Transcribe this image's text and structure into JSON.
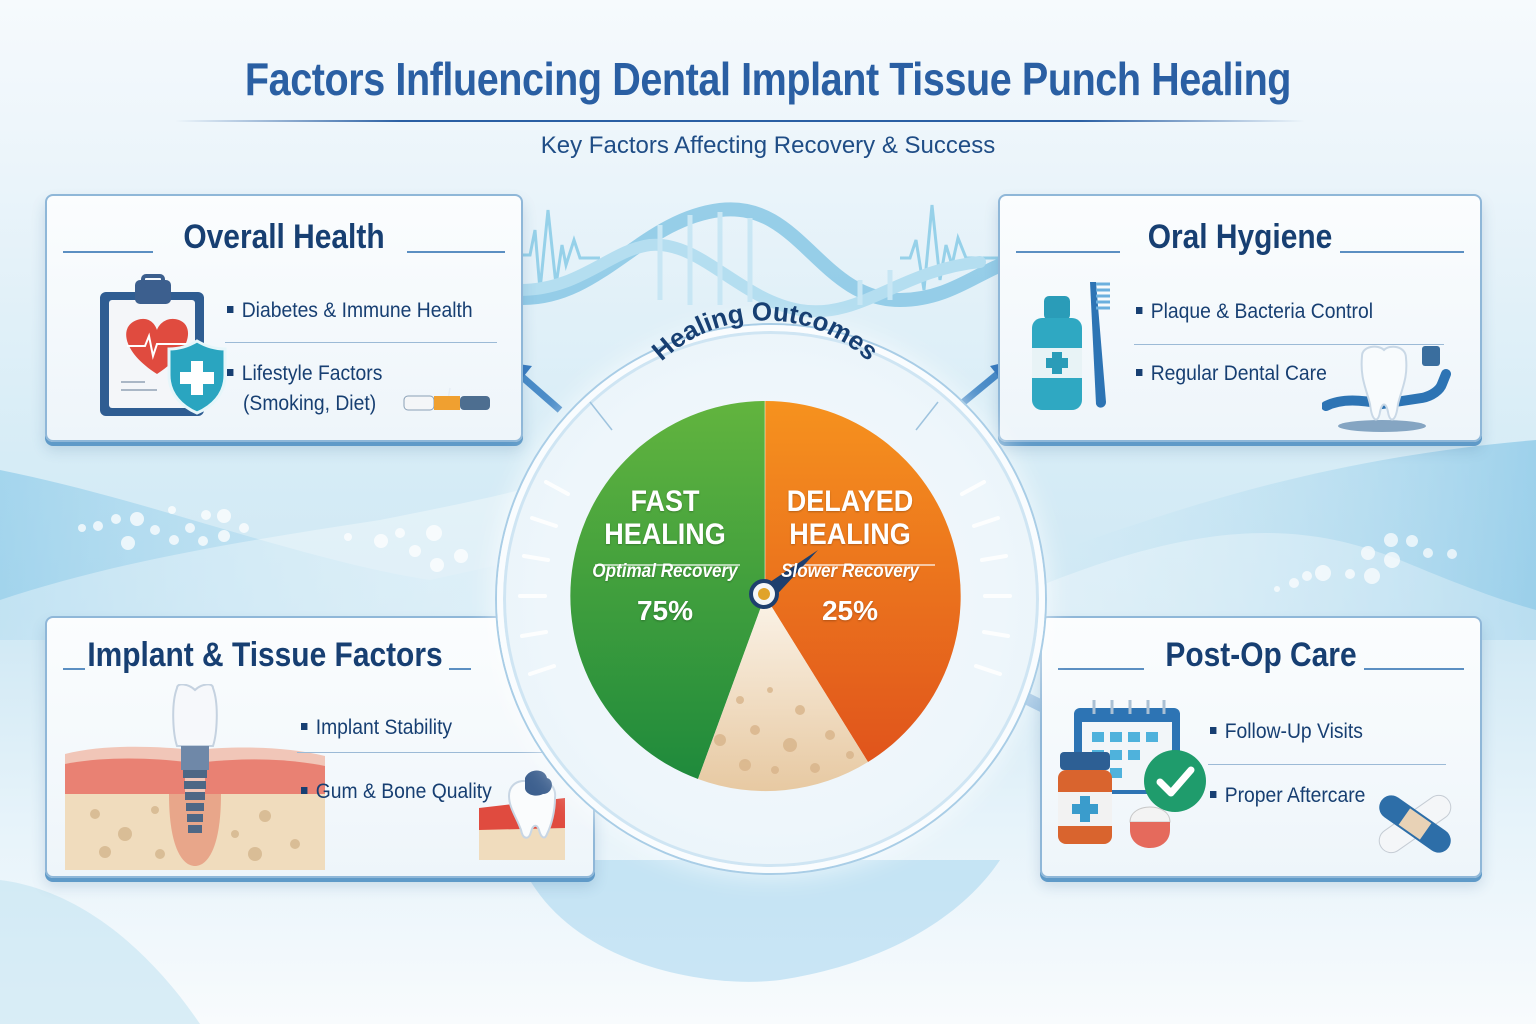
{
  "header": {
    "title": "Factors Influencing Dental Implant Tissue Punch Healing",
    "subtitle": "Key Factors Affecting Recovery & Success"
  },
  "cards": {
    "overall_health": {
      "title": "Overall Health",
      "icons": [
        "clipboard-heart-icon",
        "shield-plus-icon",
        "cigarette-icon"
      ],
      "items": [
        "Diabetes & Immune Health",
        "Lifestyle Factors",
        "(Smoking, Diet)"
      ]
    },
    "oral_hygiene": {
      "title": "Oral Hygiene",
      "icons": [
        "mouthwash-bottle-icon",
        "toothbrush-icon",
        "tooth-dental-chair-icon"
      ],
      "items": [
        "Plaque & Bacteria Control",
        "Regular Dental Care"
      ]
    },
    "implant_tissue": {
      "title": "Implant & Tissue Factors",
      "icons": [
        "dental-implant-icon",
        "gum-bone-tooth-icon"
      ],
      "items": [
        "Implant Stability",
        "Gum & Bone Quality"
      ]
    },
    "post_op": {
      "title": "Post-Op Care",
      "icons": [
        "calendar-icon",
        "medicine-bottle-icon",
        "checkmark-icon",
        "capsule-icon",
        "bandage-pills-icon"
      ],
      "items": [
        "Follow-Up Visits",
        "Proper Aftercare"
      ]
    }
  },
  "center": {
    "title": "Healing Outcomes",
    "fast": {
      "label_1": "FAST",
      "label_2": "HEALING",
      "sub": "Optimal Recovery",
      "pct": "75%"
    },
    "delayed": {
      "label_1": "DELAYED",
      "label_2": "HEALING",
      "sub": "Slower Recovery",
      "pct": "25%"
    }
  },
  "colors": {
    "title_blue": "#2a5fa3",
    "heading_navy": "#173f72",
    "fast_green": "#4aa53a",
    "delayed_orange": "#f08a1c",
    "bone_beige": "#ecd3b0",
    "card_border": "#8fb7d8"
  }
}
